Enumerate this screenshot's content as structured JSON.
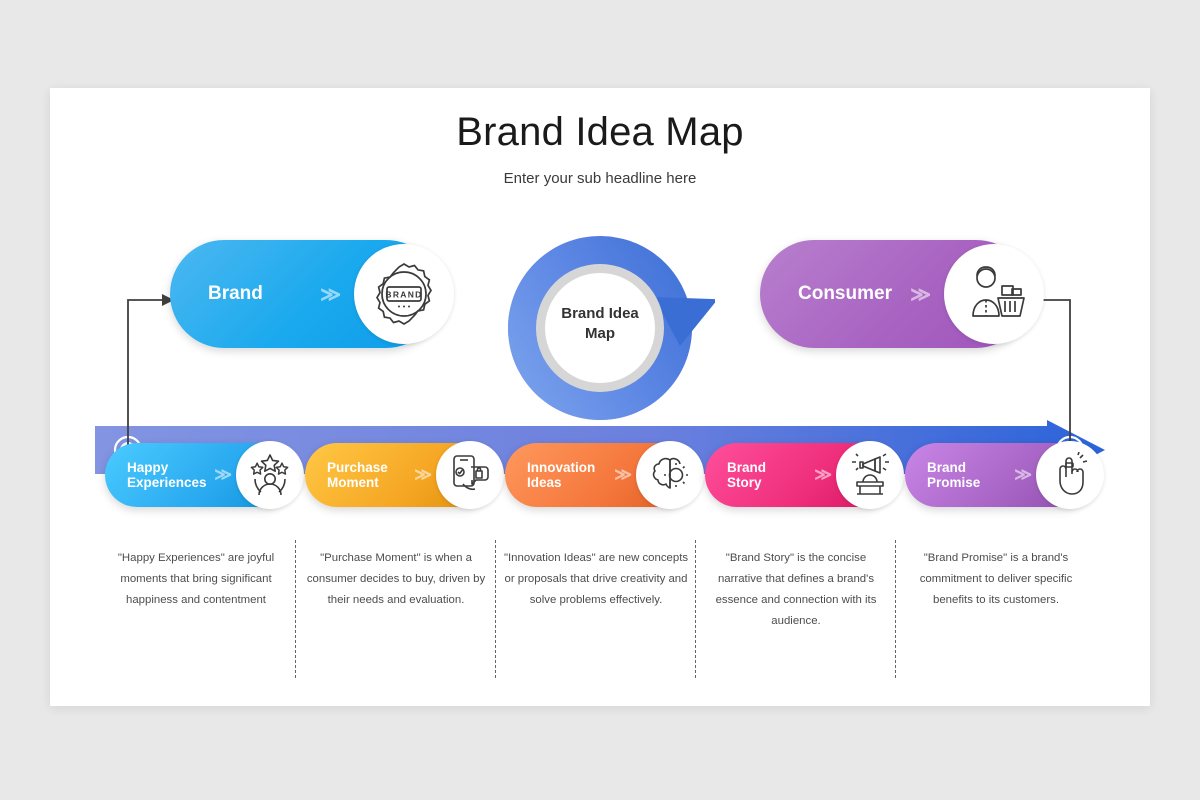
{
  "header": {
    "title": "Brand Idea Map",
    "subtitle": "Enter your sub headline here"
  },
  "hub": {
    "label_line1": "Brand Idea",
    "label_line2": "Map",
    "arrow_color_start": "#7aa3ea",
    "arrow_color_end": "#3c6fd4",
    "ring_color": "#d4d4d4"
  },
  "main_arrow": {
    "color_start": "#7d92e0",
    "color_end": "#2b63d9",
    "marker_left": "start-node",
    "marker_right": "end-node"
  },
  "top_pills": [
    {
      "label": "Brand",
      "icon": "brand-badge-icon",
      "color": "#1aa9ee",
      "chevron": "≫"
    },
    {
      "label": "Consumer",
      "icon": "shopper-icon",
      "color": "#a964c2",
      "chevron": "≫"
    }
  ],
  "steps": [
    {
      "label_line1": "Happy",
      "label_line2": "Experiences",
      "icon": "stars-person-icon",
      "color": "#29a9ef",
      "chevron": "≫",
      "description": "\"Happy Experiences\" are joyful moments that bring significant happiness and contentment"
    },
    {
      "label_line1": "Purchase",
      "label_line2": "Moment",
      "icon": "phone-shopping-bag-icon",
      "color": "#f5a623",
      "chevron": "≫",
      "description": "\"Purchase Moment\" is when a consumer decides to buy, driven by their needs and evaluation."
    },
    {
      "label_line1": "Innovation",
      "label_line2": "Ideas",
      "icon": "brain-gear-icon",
      "color": "#f4763b",
      "chevron": "≫",
      "description": "\"Innovation Ideas\" are new concepts or proposals that drive creativity and solve problems effectively."
    },
    {
      "label_line1": "Brand",
      "label_line2": "Story",
      "icon": "megaphone-podium-icon",
      "color": "#ee2d7a",
      "chevron": "≫",
      "description": "\"Brand Story\" is the concise narrative that defines a brand's essence and connection with its audience."
    },
    {
      "label_line1": "Brand",
      "label_line2": "Promise",
      "icon": "finger-string-icon",
      "color": "#a764c4",
      "chevron": "≫",
      "description": "\"Brand Promise\" is a brand's commitment to deliver specific benefits to its customers."
    }
  ]
}
